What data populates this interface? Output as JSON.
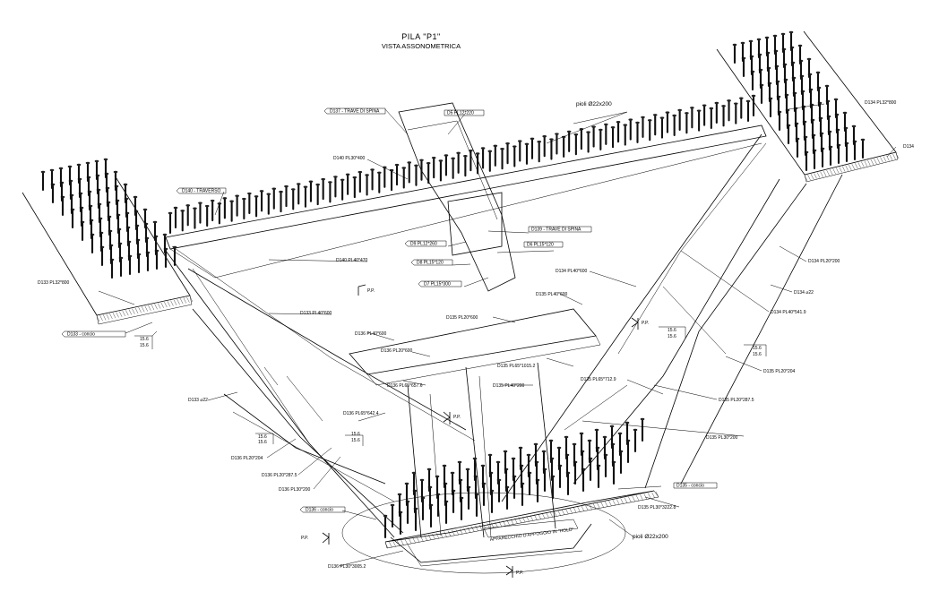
{
  "title": "PILA  \"P1\"",
  "subtitle": "VISTA ASSONOMETRICA",
  "labels": {
    "pioli_top": "pioli Ø22x200",
    "pioli_bottom": "pioli Ø22x200",
    "d137": "D137 - TRAVE DI SPINA",
    "d5": "D5 PL12*220",
    "d140a": "D140 PL30*400",
    "d140t": "D140 - TRAVERSO",
    "d140b": "D140 PL40*470",
    "d139": "D139 - TRAVE DI SPINA",
    "d9": "D9 PL12*260",
    "d6": "D6 PL15*120",
    "d8": "D8 PL15*120",
    "d7": "D7 PL15*300",
    "d133a": "D133 PL32*800",
    "d133b": "D133 - concio",
    "d133c": "D133 PL40*600",
    "d133d": "D133 ⌀22",
    "d134a": "D134 PL32*800",
    "d134b": "D134",
    "d134c": "D134 PL20*200",
    "d134d": "D134 PL40*600",
    "d134e": "D134 ⌀22",
    "d134f": "D134 PL40*541.9",
    "d135a": "D135 PL40*600",
    "d135b": "D135 PL20*600",
    "d135c": "D135 PL65*1015.2",
    "d135d": "D135 PL40*200",
    "d135e": "D135 PL65*712.9",
    "d135f": "D135 PL20*204",
    "d135g": "D135 PL20*287.5",
    "d135h": "D135 PL30*200",
    "d135i": "D135 - concio",
    "d135j": "D135 PL30*3222.8",
    "d136a": "D136 PL40*600",
    "d136b": "D136 PL20*600",
    "d136c": "D136 PL65*657.6",
    "d136d": "D136 PL65*642.4",
    "d136e": "D136 PL20*204",
    "d136f": "D136 PL20*287.5",
    "d136g": "D136 PL30*200",
    "d136h": "D136 - concio",
    "d136i": "D136 PL30*3005.2",
    "appoggio": "APPARECCHIO D'APPOGGIO IN \"HOLD\"",
    "pp": "P.P.",
    "weld": "15.6"
  }
}
